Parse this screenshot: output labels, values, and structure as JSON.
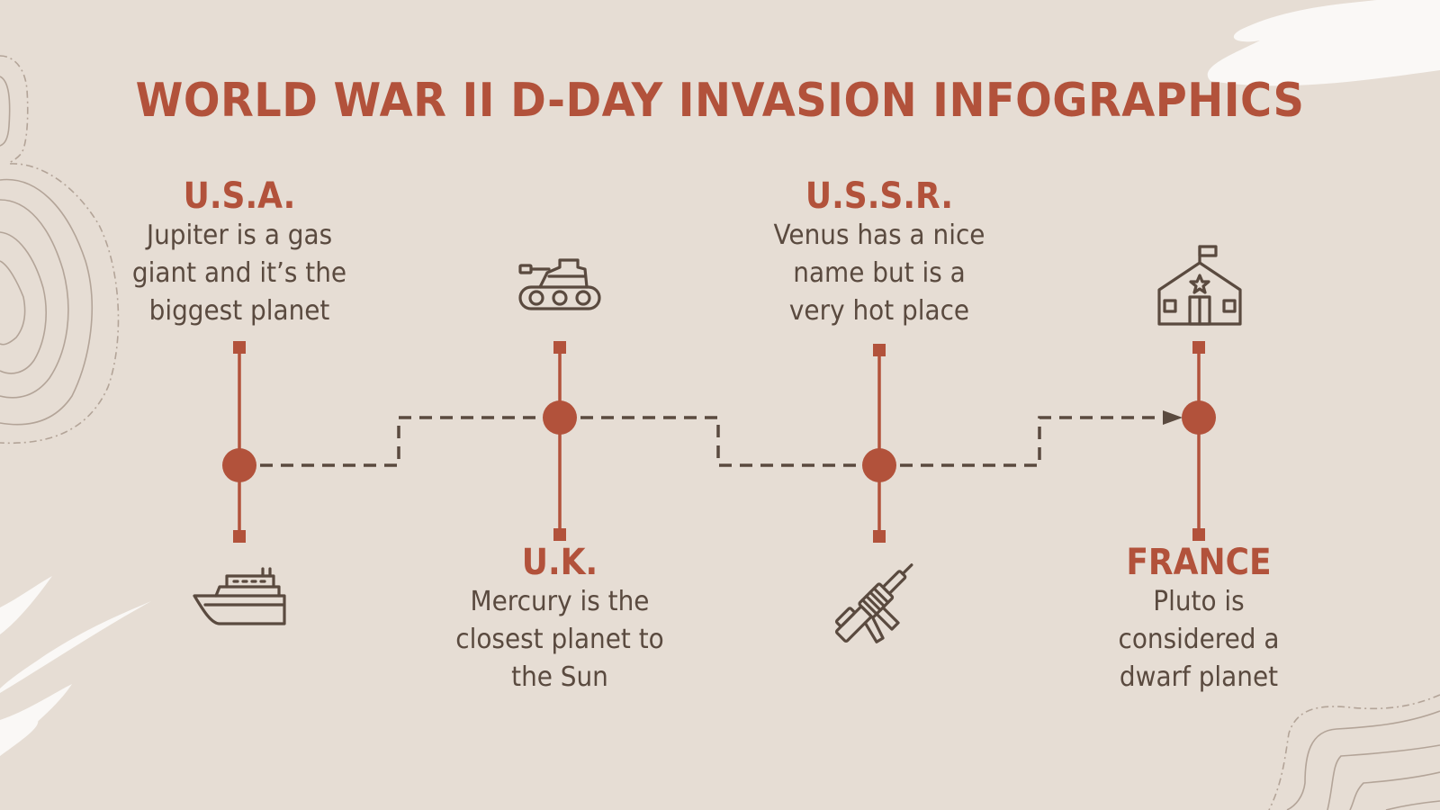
{
  "title": "WORLD WAR II D-DAY INVASION INFOGRAPHICS",
  "colors": {
    "background": "#e6ddd4",
    "accent": "#b2523b",
    "text": "#5a4a3f",
    "dashed_path": "#5a4a3f",
    "contour": "#b3a498",
    "brush": "#faf8f6"
  },
  "nodes": [
    {
      "country": "U.S.A.",
      "description_lines": [
        "Jupiter is a gas",
        "giant and it’s the",
        "biggest planet"
      ],
      "icon": "ship-icon",
      "text_position": "top",
      "node_level": "low"
    },
    {
      "country": "U.K.",
      "description_lines": [
        "Mercury is the",
        "closest planet to",
        "the Sun"
      ],
      "icon": "tank-icon",
      "text_position": "bottom",
      "node_level": "high"
    },
    {
      "country": "U.S.S.R.",
      "description_lines": [
        "Venus has a nice",
        "name but is a",
        "very hot place"
      ],
      "icon": "rifle-icon",
      "text_position": "top",
      "node_level": "low"
    },
    {
      "country": "FRANCE",
      "description_lines": [
        "Pluto is",
        "considered a",
        "dwarf planet"
      ],
      "icon": "house-flag-icon",
      "text_position": "bottom",
      "node_level": "high"
    }
  ]
}
